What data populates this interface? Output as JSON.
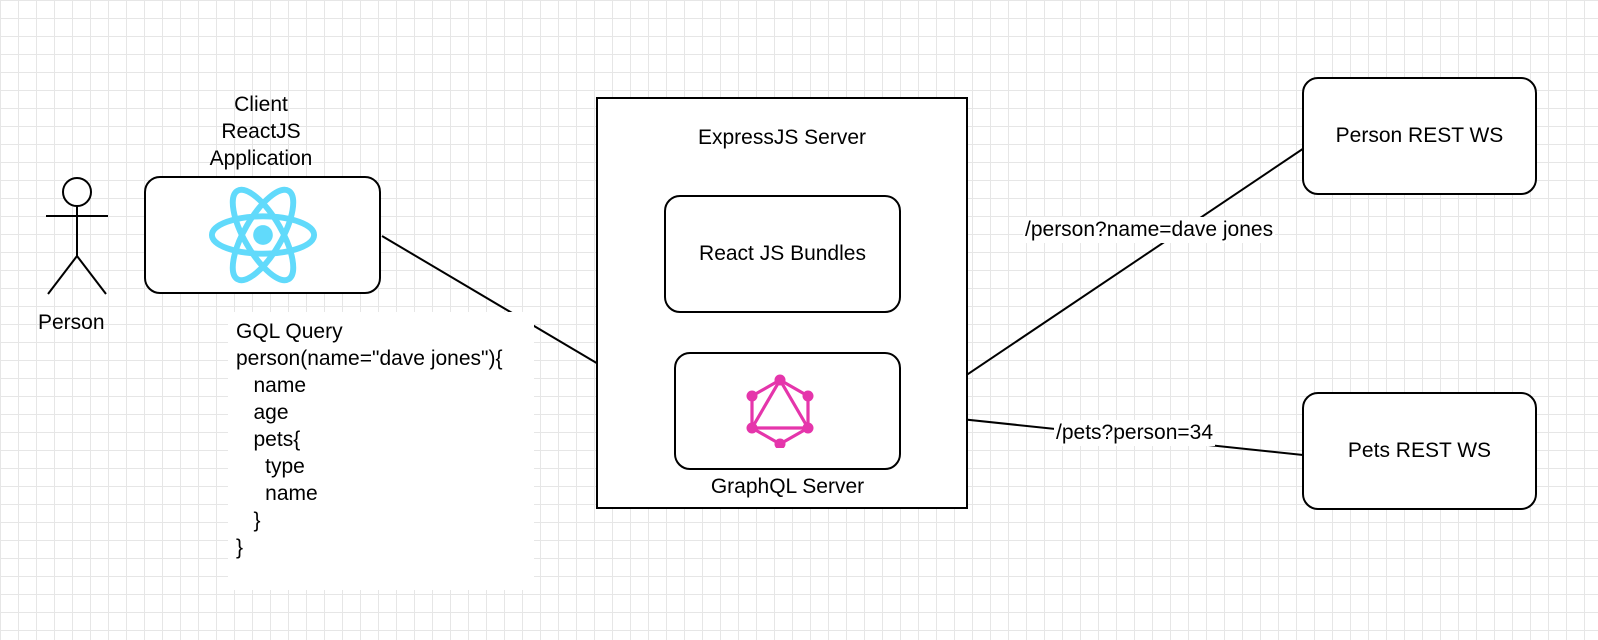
{
  "colors": {
    "react": "#61dafb",
    "graphql": "#e535ab",
    "stroke": "#000000"
  },
  "actor": {
    "label": "Person",
    "icon": "stick-figure-icon"
  },
  "client": {
    "title_lines": [
      "Client",
      "ReactJS",
      "Application"
    ],
    "icon": "react-logo-icon"
  },
  "query": {
    "lines": [
      "GQL Query",
      "person(name=\"dave jones\"){",
      "   name",
      "   age",
      "   pets{",
      "     type",
      "     name",
      "   }",
      "}"
    ]
  },
  "server": {
    "title": "ExpressJS Server",
    "bundles_label": "React JS Bundles",
    "graphql_label": "GraphQL Server",
    "graphql_icon": "graphql-logo-icon"
  },
  "services": {
    "person": "Person REST WS",
    "pets": "Pets REST WS"
  },
  "edges": {
    "person_request": "/person?name=dave jones",
    "pets_request": "/pets?person=34"
  }
}
